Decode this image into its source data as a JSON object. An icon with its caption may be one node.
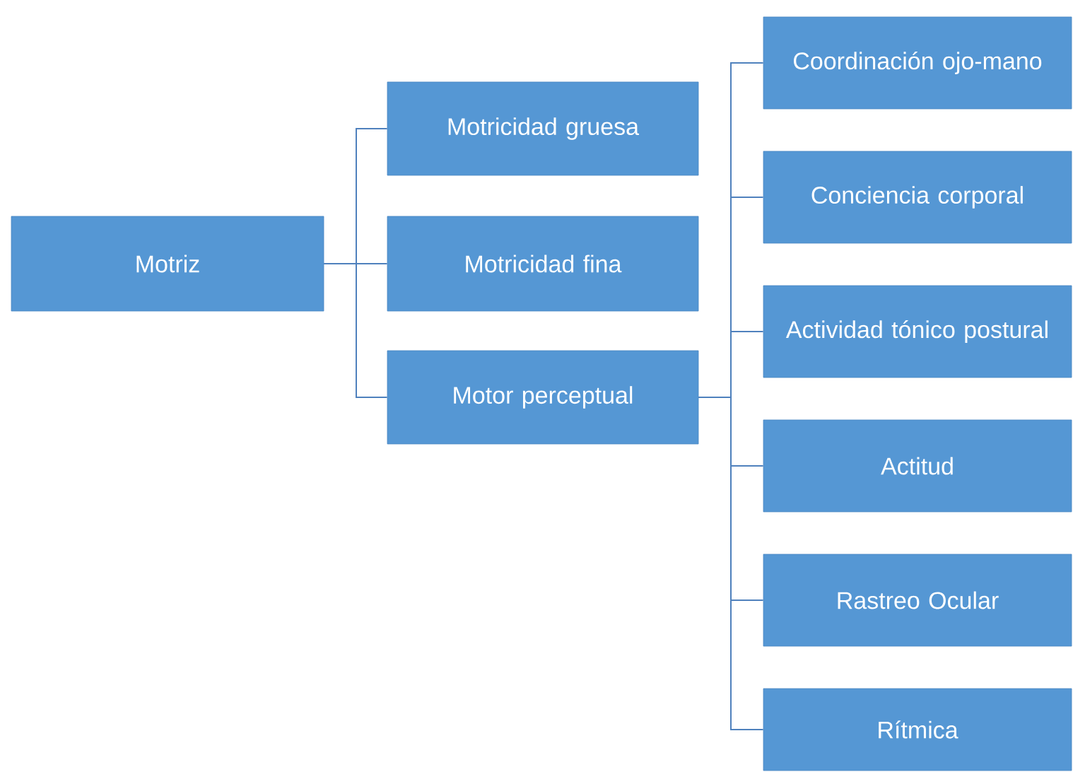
{
  "diagram": {
    "nodes": [
      {
        "text": [
          "Motriz"
        ]
      },
      {
        "text": [
          "Motricidad gruesa"
        ]
      },
      {
        "text": [
          "Motricidad fina"
        ]
      },
      {
        "text": [
          "Motor perceptual"
        ]
      },
      {
        "text": [
          "Coordinación ojo-mano"
        ]
      },
      {
        "text": [
          "Conciencia corporal"
        ]
      },
      {
        "text": [
          "Actividad tónico postural"
        ]
      },
      {
        "text": [
          "Actitud"
        ]
      },
      {
        "text": [
          "Rastreo Ocular"
        ]
      },
      {
        "text": [
          "Rítmica"
        ]
      }
    ],
    "edges": [
      {
        "from": 0,
        "to": 1,
        "arrow": "none"
      },
      {
        "from": 0,
        "to": 2,
        "arrow": "none"
      },
      {
        "from": 0,
        "to": 3,
        "arrow": "none"
      },
      {
        "from": 3,
        "to": 4,
        "arrow": "none"
      },
      {
        "from": 3,
        "to": 5,
        "arrow": "none"
      },
      {
        "from": 3,
        "to": 6,
        "arrow": "none"
      },
      {
        "from": 3,
        "to": 7,
        "arrow": "none"
      },
      {
        "from": 3,
        "to": 8,
        "arrow": "none"
      },
      {
        "from": 3,
        "to": 9,
        "arrow": "none"
      }
    ]
  }
}
